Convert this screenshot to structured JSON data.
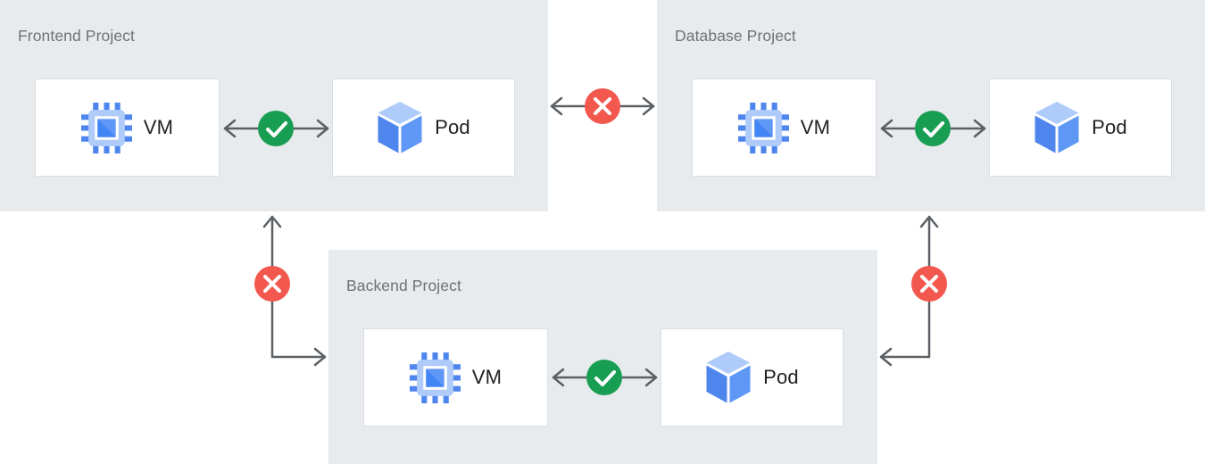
{
  "projects": [
    {
      "name": "Frontend Project",
      "vm": "VM",
      "pod": "Pod"
    },
    {
      "name": "Database Project",
      "vm": "VM",
      "pod": "Pod"
    },
    {
      "name": "Backend Project",
      "vm": "VM",
      "pod": "Pod"
    }
  ],
  "connections": {
    "frontend_vm_to_pod": "allowed",
    "database_vm_to_pod": "allowed",
    "backend_vm_to_pod": "allowed",
    "frontend_to_database": "blocked",
    "frontend_to_backend": "blocked",
    "database_to_backend": "blocked"
  },
  "icons": {
    "vm": "compute-chip-icon",
    "pod": "cube-icon",
    "allowed": "check-icon",
    "blocked": "cross-icon"
  },
  "colors": {
    "panel_bg": "#E8EBEE",
    "node_bg": "#FFFFFF",
    "node_border": "#DCDEE1",
    "panel_label": "#6E7276",
    "node_label": "#202124",
    "arrow": "#5B6065",
    "allowed": "#189E52",
    "blocked": "#F3584E",
    "icon_light_blue": "#AECBFA",
    "icon_blue": "#4E86EE",
    "icon_blue_bright": "#5E97F6",
    "icon_dark_blue": "#4285F4"
  }
}
